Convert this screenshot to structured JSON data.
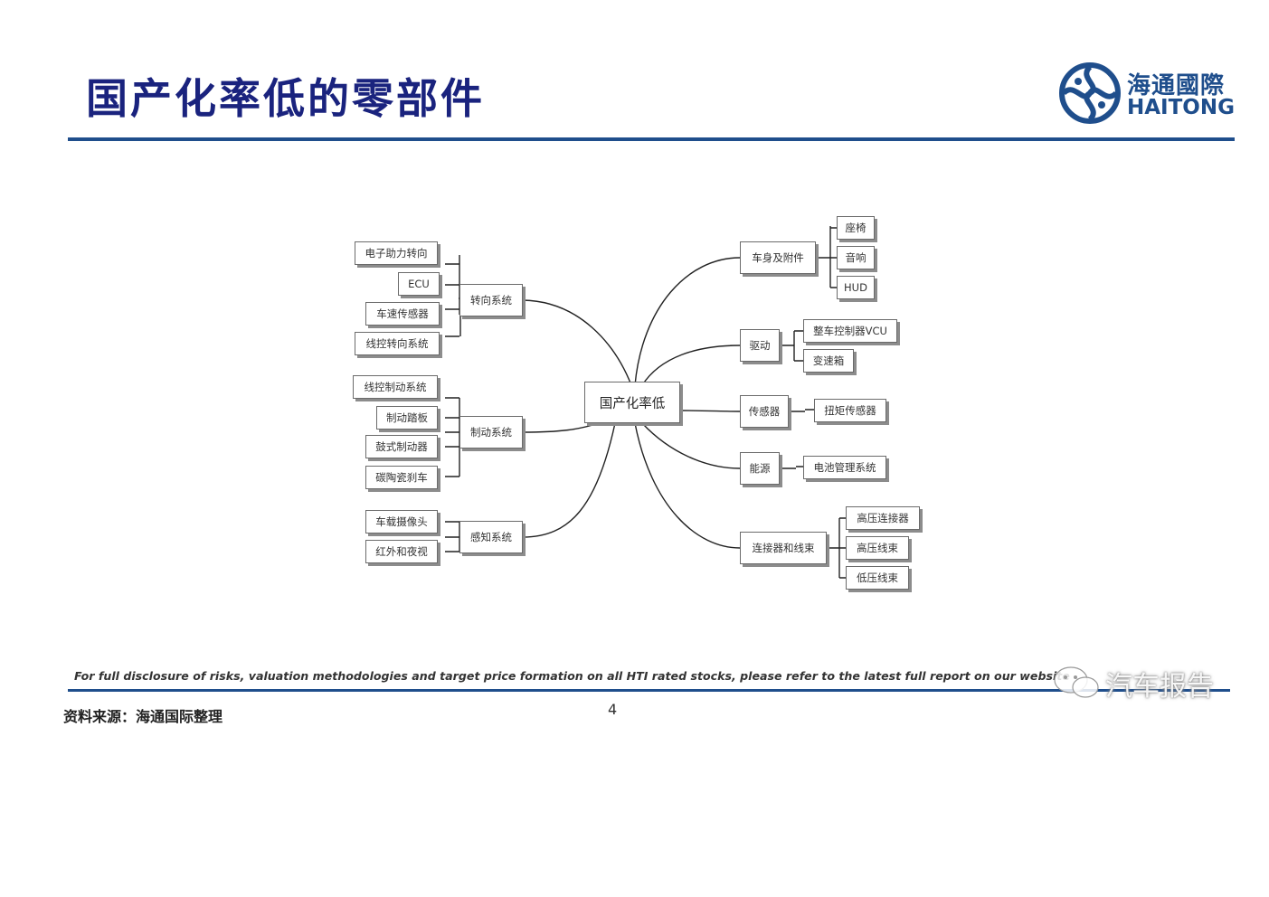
{
  "header": {
    "title": "国产化率低的零部件",
    "logo_cn": "海通國際",
    "logo_en": "HAITONG"
  },
  "diagram": {
    "root": "国产化率低",
    "left_branches": [
      {
        "label": "转向系统",
        "children": [
          "电子助力转向",
          "ECU",
          "车速传感器",
          "线控转向系统"
        ]
      },
      {
        "label": "制动系统",
        "children": [
          "线控制动系统",
          "制动踏板",
          "鼓式制动器",
          "碳陶瓷刹车"
        ]
      },
      {
        "label": "感知系统",
        "children": [
          "车载摄像头",
          "红外和夜视"
        ]
      }
    ],
    "right_branches": [
      {
        "label": "车身及附件",
        "children": [
          "座椅",
          "音响",
          "HUD"
        ]
      },
      {
        "label": "驱动",
        "children": [
          "整车控制器VCU",
          "变速箱"
        ]
      },
      {
        "label": "传感器",
        "children": [
          "扭矩传感器"
        ]
      },
      {
        "label": "能源",
        "children": [
          "电池管理系统"
        ]
      },
      {
        "label": "连接器和线束",
        "children": [
          "高压连接器",
          "高压线束",
          "低压线束"
        ]
      }
    ]
  },
  "footer": {
    "disclosure": "For full disclosure of risks, valuation methodologies and target price formation on all HTI rated stocks, please refer to the latest full report on our website",
    "source": "资料来源：海通国际整理",
    "page_number": "4",
    "watermark": "汽车报告"
  },
  "colors": {
    "brand_blue": "#1f4e8c",
    "title_navy": "#1a237e"
  }
}
